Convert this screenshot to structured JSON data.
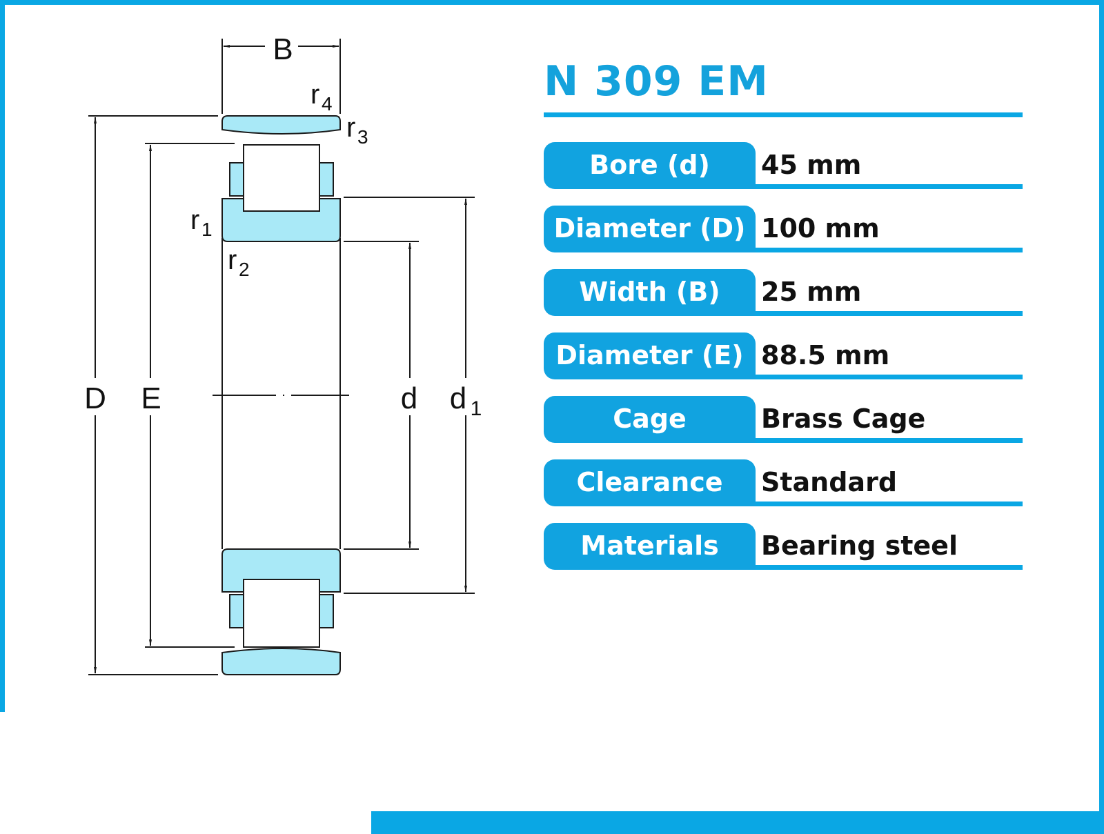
{
  "product": {
    "title": "N 309 EM"
  },
  "diagram": {
    "labels": {
      "width": "B",
      "outer_diameter": "D",
      "raceway_diameter": "E",
      "bore": "d",
      "shoulder": "d",
      "shoulder_subscript": "1",
      "r1": "r",
      "r1_sub": "1",
      "r2": "r",
      "r2_sub": "2",
      "r3": "r",
      "r3_sub": "3",
      "r4": "r",
      "r4_sub": "4"
    },
    "colors": {
      "ring_fill": "#a9e9f7",
      "roller_fill": "#ffffff",
      "line": "#1a1a1a"
    }
  },
  "specs": [
    {
      "label": "Bore (d)",
      "value": "45 mm"
    },
    {
      "label": "Diameter (D)",
      "value": "100 mm"
    },
    {
      "label": "Width (B)",
      "value": "25 mm"
    },
    {
      "label": "Diameter (E)",
      "value": "88.5 mm"
    },
    {
      "label": "Cage",
      "value": "Brass Cage"
    },
    {
      "label": "Clearance",
      "value": "Standard"
    },
    {
      "label": "Materials",
      "value": "Bearing steel"
    }
  ],
  "theme": {
    "accent": "#0aa7e4",
    "label_bg": "#11a3e0",
    "title_color": "#14a2dc"
  }
}
